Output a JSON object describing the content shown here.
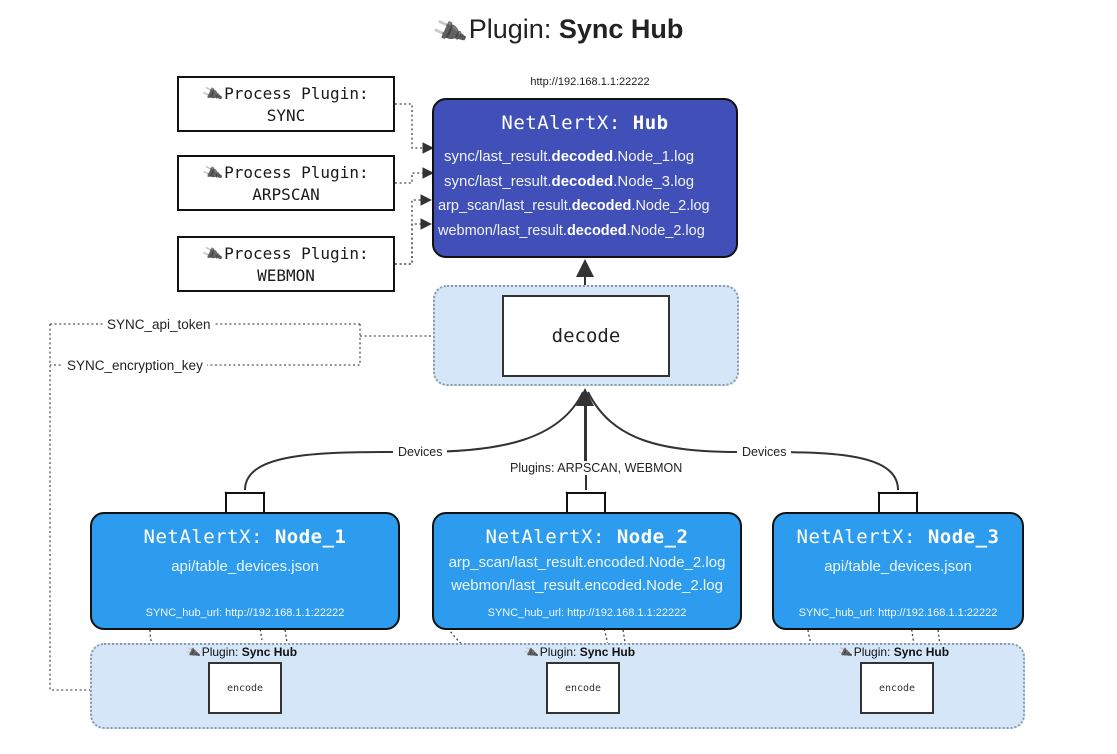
{
  "title": {
    "icon": "plug-icon",
    "prefix": "Plugin: ",
    "name": "Sync Hub"
  },
  "hub": {
    "url": "http://192.168.1.1:22222",
    "label_prefix": "NetAlertX: ",
    "label_name": "Hub",
    "logs": [
      {
        "pre": "sync/last_result.",
        "mid": "decoded",
        "post": ".Node_1.log"
      },
      {
        "pre": "sync/last_result.",
        "mid": "decoded",
        "post": ".Node_3.log"
      },
      {
        "pre": "arp_scan/last_result.",
        "mid": "decoded",
        "post": ".Node_2.log"
      },
      {
        "pre": "webmon/last_result.",
        "mid": "decoded",
        "post": ".Node_2.log"
      }
    ]
  },
  "process_plugins": [
    {
      "icon": "plug-icon",
      "line1": "Process Plugin:",
      "line2": "SYNC"
    },
    {
      "icon": "plug-icon",
      "line1": "Process Plugin:",
      "line2": "ARPSCAN"
    },
    {
      "icon": "plug-icon",
      "line1": "Process Plugin:",
      "line2": "WEBMON"
    }
  ],
  "decode": {
    "label": "decode"
  },
  "tokens": [
    {
      "label": "SYNC_api_token"
    },
    {
      "label": "SYNC_encryption_key"
    }
  ],
  "edge_labels": {
    "devices_left": "Devices",
    "devices_right": "Devices",
    "plugins_center": "Plugins: ARPSCAN, WEBMON"
  },
  "nodes": [
    {
      "icon": "envelope-icon",
      "label_prefix": "NetAlertX: ",
      "label_name": "Node_1",
      "lines": [
        "api/table_devices.json"
      ],
      "hub_url_label": "SYNC_hub_url: http://192.168.1.1:22222"
    },
    {
      "icon": "envelope-icon",
      "label_prefix": "NetAlertX: ",
      "label_name": "Node_2",
      "lines": [
        "arp_scan/last_result.encoded.Node_2.log",
        "webmon/last_result.encoded.Node_2.log"
      ],
      "hub_url_label": "SYNC_hub_url: http://192.168.1.1:22222"
    },
    {
      "icon": "envelope-icon",
      "label_prefix": "NetAlertX: ",
      "label_name": "Node_3",
      "lines": [
        "api/table_devices.json"
      ],
      "hub_url_label": "SYNC_hub_url: http://192.168.1.1:22222"
    }
  ],
  "encoders": [
    {
      "icon": "plug-icon",
      "plugin_prefix": "Plugin: ",
      "plugin_name": "Sync Hub",
      "box_label": "encode"
    },
    {
      "icon": "plug-icon",
      "plugin_prefix": "Plugin: ",
      "plugin_name": "Sync Hub",
      "box_label": "encode"
    },
    {
      "icon": "plug-icon",
      "plugin_prefix": "Plugin: ",
      "plugin_name": "Sync Hub",
      "box_label": "encode"
    }
  ],
  "colors": {
    "hub_fill": "#4150b8",
    "node_fill": "#2d9cee",
    "container_fill": "#d5e6f8",
    "stroke": "#111111",
    "dotted_stroke": "#555555"
  }
}
